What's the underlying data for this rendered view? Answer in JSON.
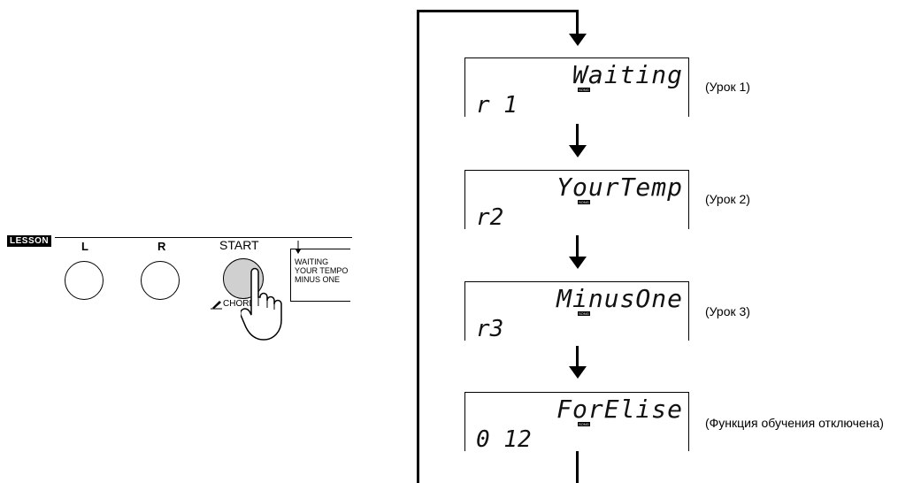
{
  "panel": {
    "lesson_label": "LESSON",
    "button_l_label": "L",
    "button_r_label": "R",
    "start_label": "START",
    "chord_label": "CHORD",
    "modes": [
      "WAITING",
      "YOUR TEMPO",
      "MINUS ONE"
    ]
  },
  "displays": [
    {
      "top_text": "Waiting",
      "song_badge": "SONG",
      "bottom_text": "r 1",
      "caption": "(Урок 1)"
    },
    {
      "top_text": "YourTemp",
      "song_badge": "SONG",
      "bottom_text": "r2",
      "caption": "(Урок 2)"
    },
    {
      "top_text": "MinusOne",
      "song_badge": "SONG",
      "bottom_text": "r3",
      "caption": "(Урок 3)"
    },
    {
      "top_text": "ForElise",
      "song_badge": "SONG",
      "bottom_text": "0 12",
      "caption": "(Функция обучения отключена)"
    }
  ]
}
